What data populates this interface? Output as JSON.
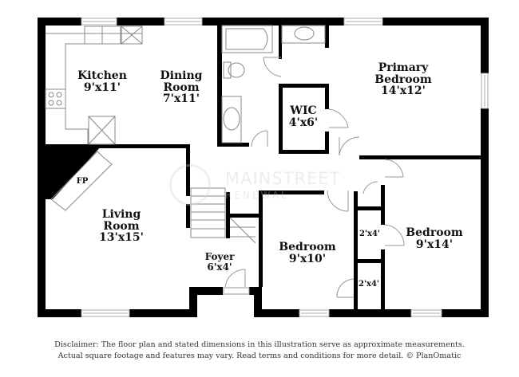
{
  "rooms": {
    "kitchen": {
      "name": "Kitchen",
      "dims": "9'x11'"
    },
    "dining": {
      "name_line1": "Dining",
      "name_line2": "Room",
      "dims": "7'x11'"
    },
    "primary_bedroom": {
      "name_line1": "Primary",
      "name_line2": "Bedroom",
      "dims": "14'x12'"
    },
    "wic": {
      "name": "WIC",
      "dims": "4'x6'"
    },
    "living": {
      "name_line1": "Living",
      "name_line2": "Room",
      "dims": "13'x15'"
    },
    "fireplace": {
      "name": "FP"
    },
    "foyer": {
      "name": "Foyer",
      "dims": "6'x4'"
    },
    "bedroom_2": {
      "name": "Bedroom",
      "dims": "9'x10'"
    },
    "bedroom_3": {
      "name": "Bedroom",
      "dims": "9'x14'"
    },
    "closet_1": {
      "dims": "2'x4'"
    },
    "closet_2": {
      "dims": "2'x4'"
    }
  },
  "watermark": {
    "title": "MAINSTREET",
    "subtitle": "RENEWAL"
  },
  "disclaimer": {
    "line1": "Disclaimer: The floor plan and stated dimensions in this illustration serve as approximate measurements.",
    "line2": "Actual square footage and features may vary. Read terms and conditions for more detail. © PlanOmatic"
  },
  "colors": {
    "wall": "#000000",
    "fixture": "#888888",
    "window": "#bbbbbb",
    "background": "#ffffff"
  }
}
